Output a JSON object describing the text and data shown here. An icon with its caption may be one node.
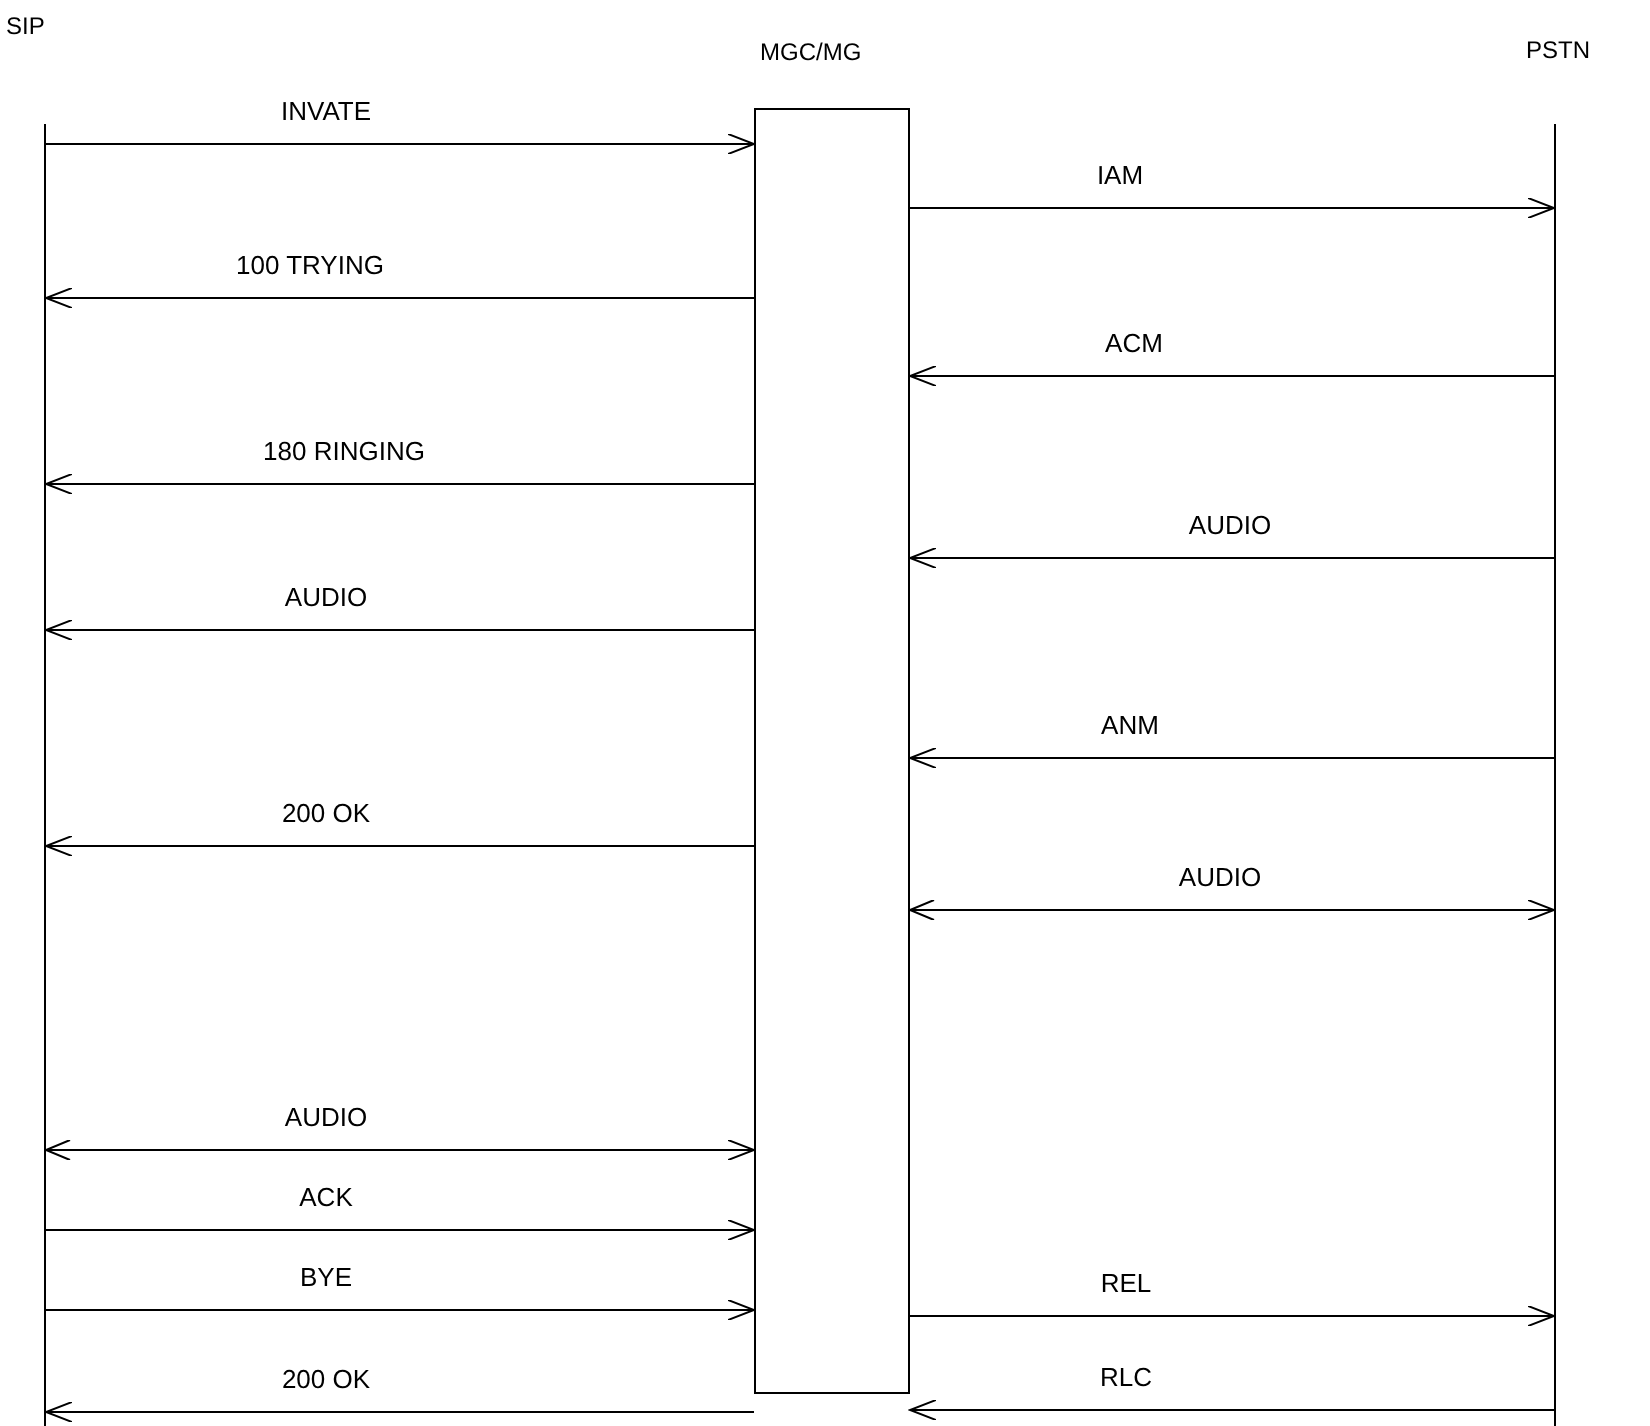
{
  "diagram": {
    "nodes": [
      {
        "text": [
          "SIP"
        ]
      },
      {
        "text": [
          "MGC/MG"
        ]
      },
      {
        "text": [
          "PSTN"
        ]
      }
    ],
    "edges": [
      {
        "from": 0,
        "to": 1,
        "arrow": "to",
        "label": "INVATE"
      },
      {
        "from": 1,
        "to": 0,
        "arrow": "to",
        "label": "100 TRYING"
      },
      {
        "from": 1,
        "to": 0,
        "arrow": "to",
        "label": "180 RINGING"
      },
      {
        "from": 1,
        "to": 0,
        "arrow": "to",
        "label": "AUDIO"
      },
      {
        "from": 1,
        "to": 0,
        "arrow": "to",
        "label": "200 OK"
      },
      {
        "from": 0,
        "to": 1,
        "arrow": "both",
        "label": "AUDIO"
      },
      {
        "from": 0,
        "to": 1,
        "arrow": "to",
        "label": "ACK"
      },
      {
        "from": 0,
        "to": 1,
        "arrow": "to",
        "label": "BYE"
      },
      {
        "from": 1,
        "to": 0,
        "arrow": "to",
        "label": "200 OK"
      },
      {
        "from": 1,
        "to": 2,
        "arrow": "to",
        "label": "IAM"
      },
      {
        "from": 2,
        "to": 1,
        "arrow": "to",
        "label": "ACM"
      },
      {
        "from": 2,
        "to": 1,
        "arrow": "to",
        "label": "AUDIO"
      },
      {
        "from": 2,
        "to": 1,
        "arrow": "to",
        "label": "ANM"
      },
      {
        "from": 1,
        "to": 2,
        "arrow": "both",
        "label": "AUDIO"
      },
      {
        "from": 1,
        "to": 2,
        "arrow": "to",
        "label": "REL"
      },
      {
        "from": 2,
        "to": 1,
        "arrow": "to",
        "label": "RLC"
      }
    ]
  }
}
